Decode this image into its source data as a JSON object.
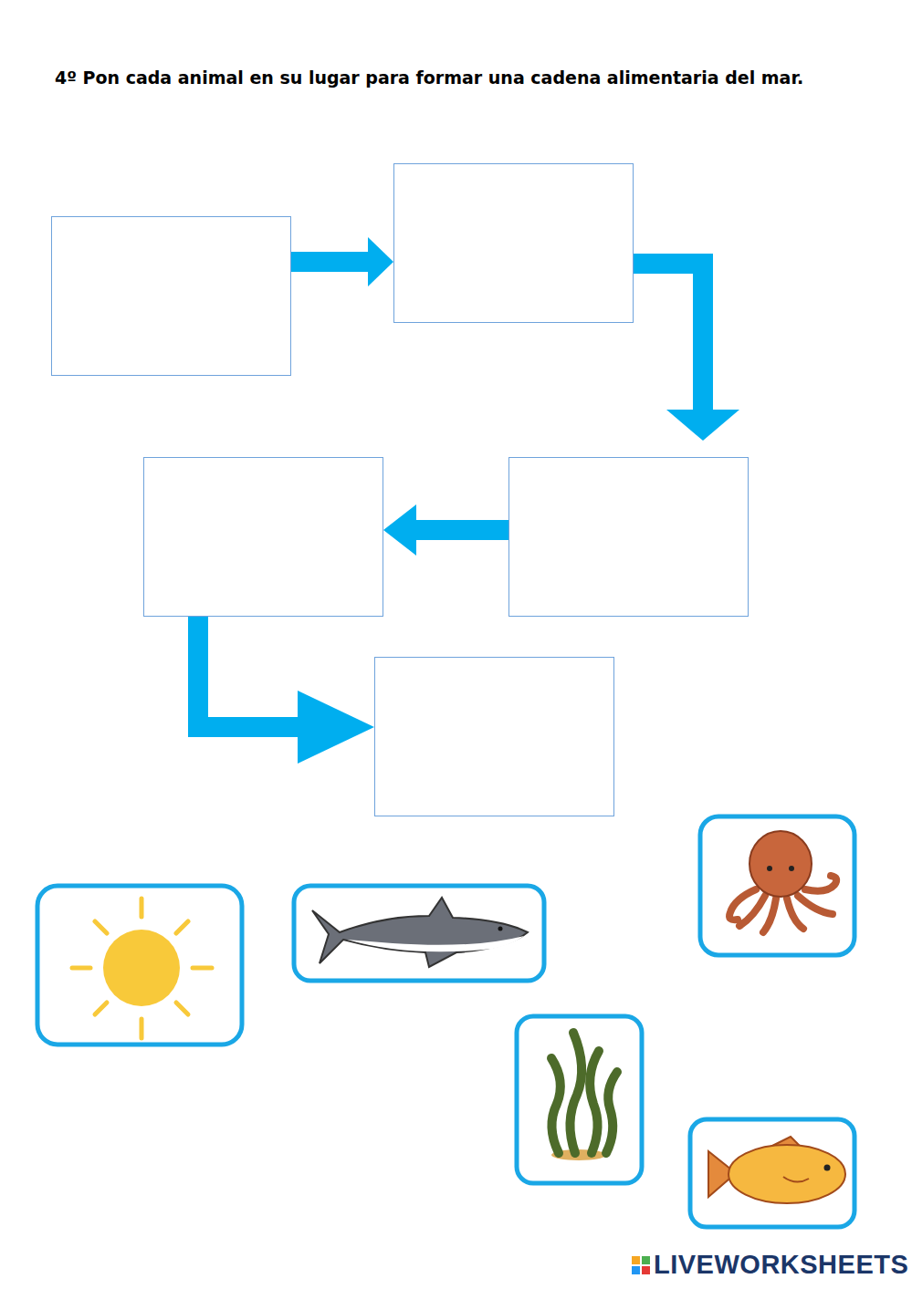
{
  "diagram": {
    "title": "4º Pon cada animal en su lugar para formar una cadena alimentaria del mar.",
    "nodes": [
      {
        "text": []
      },
      {
        "text": []
      },
      {
        "text": []
      },
      {
        "text": []
      },
      {
        "text": []
      }
    ],
    "edges": [
      {
        "from": 0,
        "to": 1,
        "arrow": "to"
      },
      {
        "from": 1,
        "to": 2,
        "arrow": "to"
      },
      {
        "from": 2,
        "to": 3,
        "arrow": "to"
      },
      {
        "from": 3,
        "to": 4,
        "arrow": "to"
      }
    ],
    "labels": [
      "LIVEWORKSHEETS"
    ]
  }
}
